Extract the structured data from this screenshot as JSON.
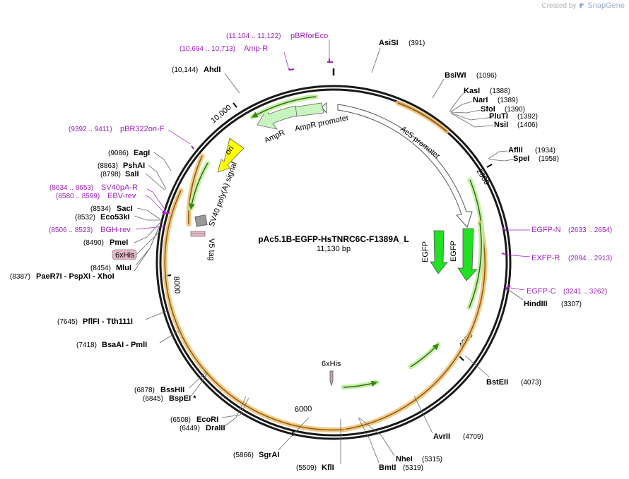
{
  "watermark": {
    "created_by": "Created by",
    "brand": "SnapGene"
  },
  "plasmid": {
    "name": "pAc5.1B-EGFP-HsTNRC6C-F1389A_L",
    "size": "11,130 bp"
  },
  "ticks": [
    "2000",
    "4000",
    "6000",
    "8000",
    "10,000"
  ],
  "sites": [
    {
      "name": "AsiSI",
      "pos": "(391)"
    },
    {
      "name": "BsiWI",
      "pos": "(1096)"
    },
    {
      "name": "KasI",
      "pos": "(1388)"
    },
    {
      "name": "NarI",
      "pos": "(1389)"
    },
    {
      "name": "SfoI",
      "pos": "(1390)"
    },
    {
      "name": "PluTI",
      "pos": "(1392)"
    },
    {
      "name": "NsiI",
      "pos": "(1406)"
    },
    {
      "name": "AflII",
      "pos": "(1934)"
    },
    {
      "name": "SpeI",
      "pos": "(1958)"
    },
    {
      "name": "HindIII",
      "pos": "(3307)"
    },
    {
      "name": "BstEII",
      "pos": "(4073)"
    },
    {
      "name": "AvrII",
      "pos": "(4709)"
    },
    {
      "name": "NheI",
      "pos": "(5315)"
    },
    {
      "name": "BmtI",
      "pos": "(5319)"
    },
    {
      "name": "KflI",
      "pos": "(5509)"
    },
    {
      "name": "SgrAI",
      "pos": "(5866)"
    },
    {
      "name": "DraIII",
      "pos": "(6449)"
    },
    {
      "name": "EcoRI",
      "pos": "(6508)"
    },
    {
      "name": "BspEI *",
      "pos": "(6845)"
    },
    {
      "name": "BssHII",
      "pos": "(6878)"
    },
    {
      "name": "BsaAI - PmlI",
      "pos": "(7418)"
    },
    {
      "name": "PflFI - Tth111I",
      "pos": "(7645)"
    },
    {
      "name": "PaeR7I - PspXI - XhoI",
      "pos": "(8387)"
    },
    {
      "name": "MluI",
      "pos": "(8454)"
    },
    {
      "name": "PmeI",
      "pos": "(8490)"
    },
    {
      "name": "Eco53kI",
      "pos": "(8532)"
    },
    {
      "name": "SacI",
      "pos": "(8534)"
    },
    {
      "name": "SalI",
      "pos": "(8798)"
    },
    {
      "name": "PshAI",
      "pos": "(8863)"
    },
    {
      "name": "EagI",
      "pos": "(9086)"
    },
    {
      "name": "AhdI",
      "pos": "(10,144)"
    }
  ],
  "primers": [
    {
      "name": "pBRforEco",
      "pos": "(11,104 .. 11,122)"
    },
    {
      "name": "Amp-R",
      "pos": "(10,694 .. 10,713)"
    },
    {
      "name": "pBR322ori-F",
      "pos": "(9392 .. 9411)"
    },
    {
      "name": "SV40pA-R",
      "pos": "(8634 .. 8653)"
    },
    {
      "name": "EBV-rev",
      "pos": "(8580 .. 8599)"
    },
    {
      "name": "BGH-rev",
      "pos": "(8506 .. 8523)"
    },
    {
      "name": "EGFP-N",
      "pos": "(2633 .. 2654)"
    },
    {
      "name": "EXFP-R",
      "pos": "(2894 .. 2913)"
    },
    {
      "name": "EGFP-C",
      "pos": "(3241 .. 3262)"
    }
  ],
  "features": {
    "his_badge": "6xHis",
    "his_inner": "6xHis",
    "amp_promoter": "AmpR promoter",
    "amp_r": "AmpR",
    "ori": "ori",
    "sv40": "SV40 poly(A) signal",
    "v5": "V5 tag",
    "acs": "AcS promoter",
    "egfp1": "EGFP",
    "egfp2": "EGFP"
  },
  "colors": {
    "backbone": "#1a1a1a",
    "primer": "#a020c8",
    "orf_outline": "#f0c070",
    "orf_arrow": "#3a8a10",
    "promoter_fill": "#ffffff",
    "amp_fill": "#c8f5c0",
    "ori_fill": "#ffff00",
    "egfp_fill": "#22e022",
    "badge_fill": "#e8b8c8"
  }
}
